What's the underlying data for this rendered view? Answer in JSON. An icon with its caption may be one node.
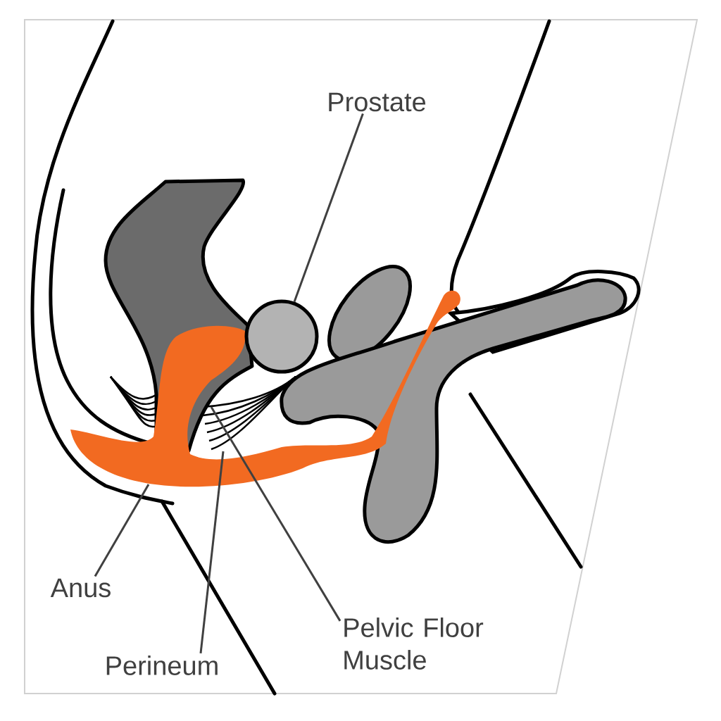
{
  "diagram": {
    "nodes": [
      {
        "text": [
          "Prostate"
        ]
      },
      {
        "text": [],
        "shape": "circle"
      },
      {
        "text": [
          "Anus"
        ]
      },
      {
        "text": [
          "Pelvic Floor Muscle"
        ]
      },
      {
        "text": [
          "Perineum"
        ]
      }
    ],
    "edges": [
      {
        "from": 0,
        "to": 1,
        "arrow": "none"
      },
      {
        "from": 2,
        "to": null,
        "arrow": "none"
      },
      {
        "from": 3,
        "to": null,
        "arrow": "none"
      },
      {
        "from": 4,
        "to": null,
        "arrow": "none"
      }
    ]
  }
}
